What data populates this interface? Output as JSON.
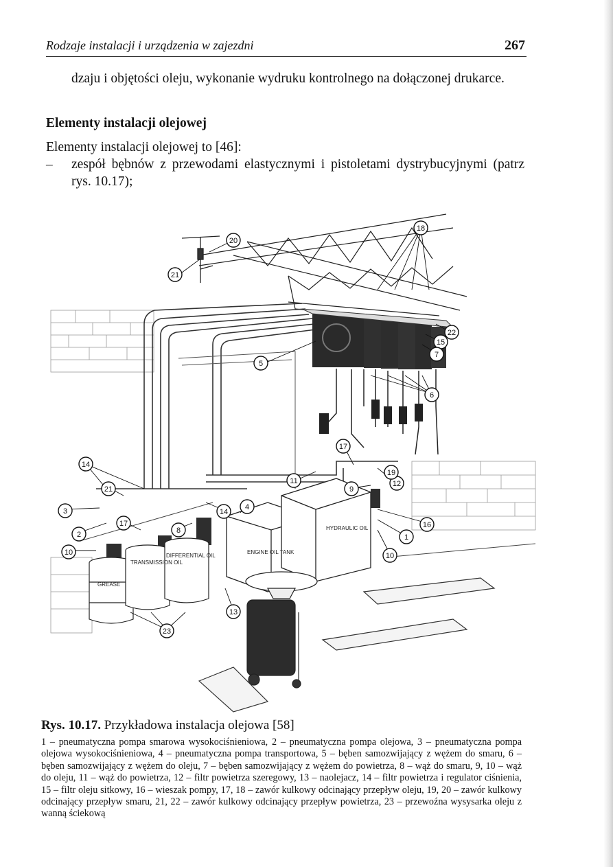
{
  "header": {
    "running_title": "Rodzaje instalacji i urządzenia w zajezdni",
    "page_number": "267"
  },
  "body": {
    "continuation": "dzaju i objętości oleju, wykonanie wydruku kontrolnego na dołączonej drukarce.",
    "heading": "Elementy instalacji olejowej",
    "intro": "Elementy instalacji olejowej to [46]:",
    "bullet_marker": "–",
    "bullet_1": "zespół bębnów z przewodami elastycznymi i pistoletami dystrybucyjnymi (patrz rys. 10.17);"
  },
  "figure": {
    "callouts": [
      "18",
      "20",
      "21",
      "22",
      "15",
      "7",
      "5",
      "6",
      "17",
      "14",
      "21",
      "11",
      "9",
      "12",
      "19",
      "3",
      "14",
      "4",
      "16",
      "1",
      "2",
      "17",
      "8",
      "10",
      "10",
      "13",
      "23"
    ],
    "tank_labels": {
      "engine_oil": "ENGINE OIL TANK",
      "hydraulic_oil": "HYDRAULIC OIL",
      "grease": "GREASE",
      "transmission": "TRANSMISSION OIL",
      "differential": "DIFFERENTIAL OIL"
    }
  },
  "caption": {
    "label": "Rys. 10.17.",
    "title": " Przykładowa instalacja olejowa [58]",
    "body": "1 – pneumatyczna pompa smarowa wysokociśnieniowa, 2 – pneumatyczna pompa olejowa, 3 – pneumatyczna pompa olejowa wysokociśnieniowa, 4 – pneumatyczna pompa transportowa, 5 – bęben samozwijający z wężem do smaru, 6 – bęben samozwijający z wężem do oleju, 7 – bęben samozwijający z wężem do powietrza, 8 – wąż do smaru, 9, 10 – wąż do oleju, 11 – wąż do powietrza, 12 – filtr powietrza szeregowy, 13 – naolejacz, 14 – filtr powietrza i regulator ciśnienia, 15 – filtr oleju sitkowy, 16 – wieszak pompy, 17, 18 – zawór kulkowy odcinający przepływ oleju, 19, 20 – zawór kulkowy odcinający przepływ smaru, 21, 22 – zawór kulkowy odcinający przepływ powietrza, 23 – przewoźna wysysarka oleju z wanną ściekową"
  }
}
